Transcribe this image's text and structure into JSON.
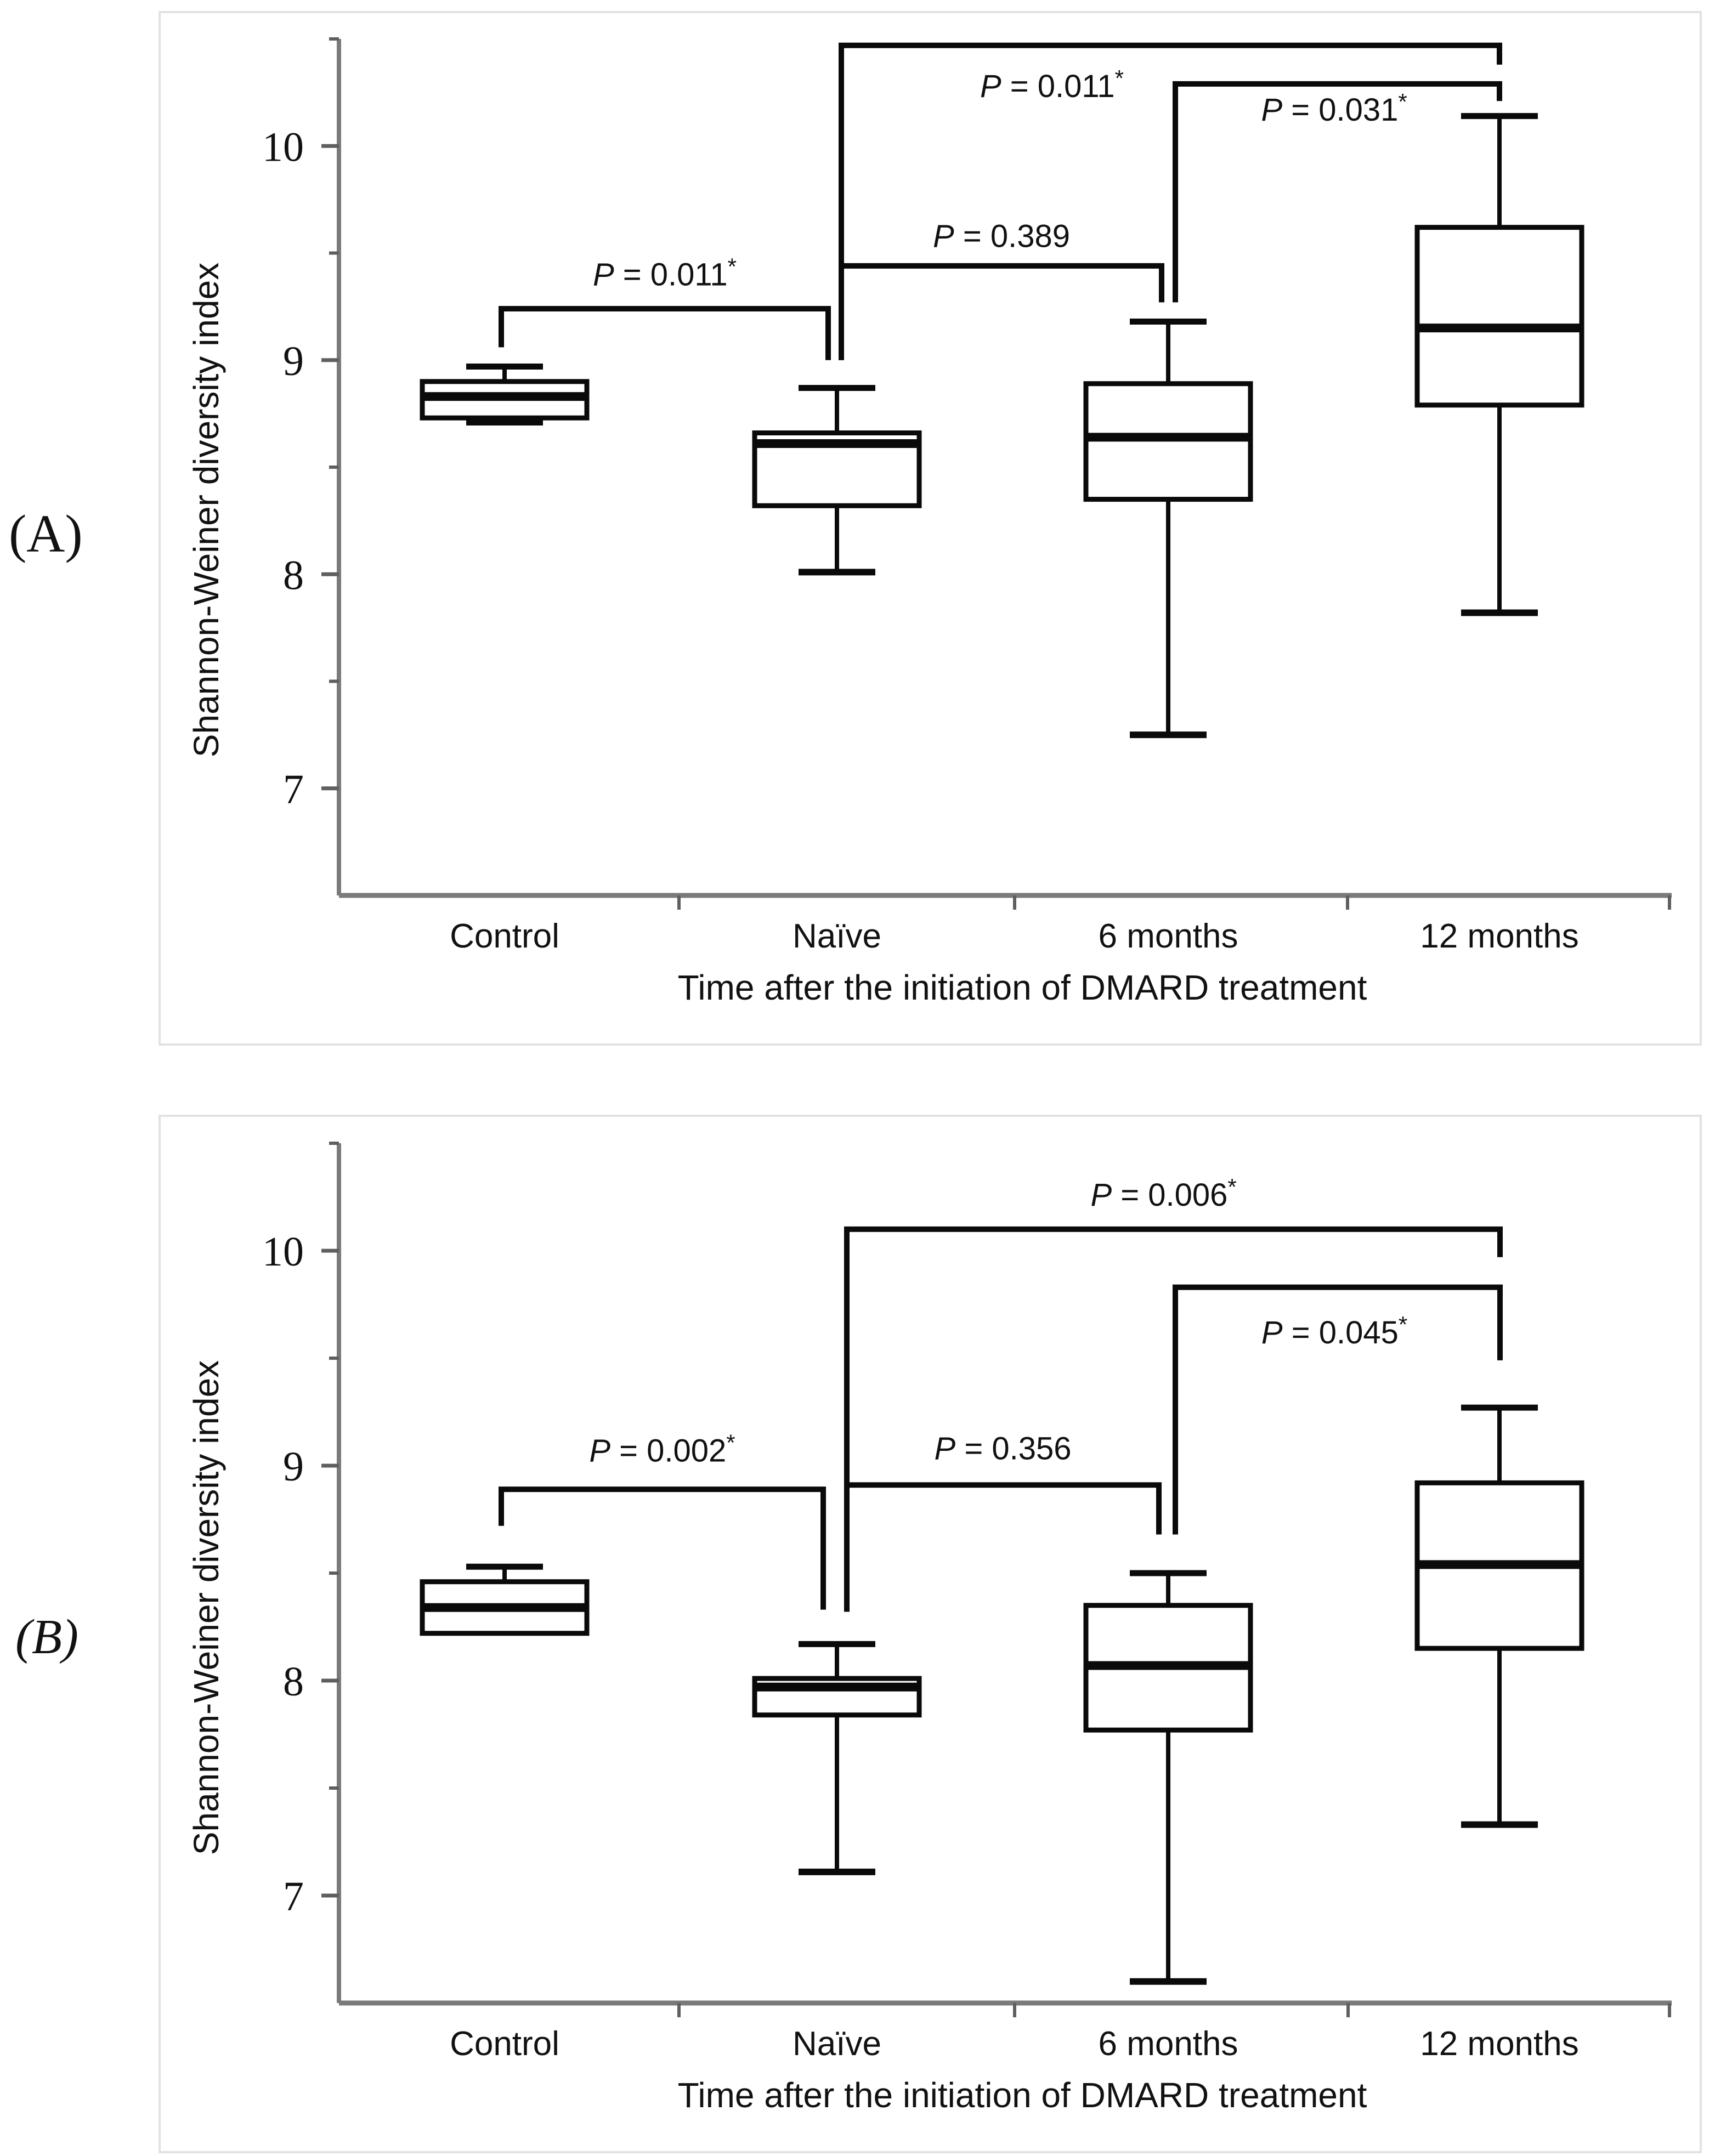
{
  "figure": {
    "panel_a_label": "(A)",
    "panel_b_label": "(B)"
  },
  "colors": {
    "background": "#ffffff",
    "panel_border": "#e2e2e2",
    "axis": "#7a7a7a",
    "tick": "#5f5f5f",
    "box_stroke": "#0a0a0a",
    "text": "#111111"
  },
  "chart_data": [
    {
      "type": "boxplot",
      "panel": "A",
      "ylabel": "Shannon-Weiner diversity index",
      "xlabel": "Time after the initiation of DMARD treatment",
      "ylim": [
        6.5,
        10.5
      ],
      "yticks": [
        7,
        8,
        9,
        10
      ],
      "minor_yticks": [
        7.5,
        8.5,
        9.5,
        10.5
      ],
      "categories": [
        "Control",
        "Naïve",
        "6 months",
        "12 months"
      ],
      "boxes": [
        {
          "category": "Control",
          "whisker_low": 8.71,
          "q1": 8.73,
          "median": 8.83,
          "q3": 8.9,
          "whisker_high": 8.97
        },
        {
          "category": "Naïve",
          "whisker_low": 8.01,
          "q1": 8.32,
          "median": 8.61,
          "q3": 8.66,
          "whisker_high": 8.87
        },
        {
          "category": "6 months",
          "whisker_low": 7.25,
          "q1": 8.35,
          "median": 8.64,
          "q3": 8.89,
          "whisker_high": 9.18
        },
        {
          "category": "12 months",
          "whisker_low": 7.82,
          "q1": 8.79,
          "median": 9.15,
          "q3": 9.62,
          "whisker_high": 10.14
        }
      ],
      "comparisons": [
        {
          "label": "P = 0.011",
          "significant": true,
          "group1": 0,
          "group2": 1,
          "bar_y": 9.24,
          "leg1_y": 9.06,
          "leg2_y": 9.0,
          "label_y": 9.4,
          "x1_off": -6,
          "x2_off": -16,
          "label_x_frac": 0.5
        },
        {
          "label": "P = 0.389",
          "significant": false,
          "group1": 1,
          "group2": 2,
          "bar_y": 9.44,
          "leg1_y": 9.0,
          "leg2_y": 9.27,
          "label_y": 9.58,
          "x1_off": 8,
          "x2_off": -12,
          "label_x_frac": 0.5
        },
        {
          "label": "P = 0.011",
          "significant": true,
          "group1": 1,
          "group2": 3,
          "bar_y": 10.47,
          "leg1_y": 9.0,
          "leg2_y": 10.38,
          "label_y": 10.28,
          "x1_off": 8,
          "x2_off": 0,
          "label_x_frac": 0.32
        },
        {
          "label": "P = 0.031",
          "significant": true,
          "group1": 2,
          "group2": 3,
          "bar_y": 10.29,
          "leg1_y": 9.27,
          "leg2_y": 10.21,
          "label_y": 10.17,
          "x1_off": 13,
          "x2_off": 0,
          "label_x_frac": 0.49
        }
      ]
    },
    {
      "type": "boxplot",
      "panel": "B",
      "ylabel": "Shannon-Weiner diversity index",
      "xlabel": "Time after the initiation of DMARD treatment",
      "ylim": [
        6.5,
        10.5
      ],
      "yticks": [
        7,
        8,
        9,
        10
      ],
      "minor_yticks": [
        7.5,
        8.5,
        9.5,
        10.5
      ],
      "categories": [
        "Control",
        "Naïve",
        "6 months",
        "12 months"
      ],
      "boxes": [
        {
          "category": "Control",
          "whisker_low": 8.22,
          "q1": 8.22,
          "median": 8.34,
          "q3": 8.46,
          "whisker_high": 8.53
        },
        {
          "category": "Naïve",
          "whisker_low": 7.11,
          "q1": 7.84,
          "median": 7.97,
          "q3": 8.01,
          "whisker_high": 8.17
        },
        {
          "category": "6 months",
          "whisker_low": 6.6,
          "q1": 7.77,
          "median": 8.07,
          "q3": 8.35,
          "whisker_high": 8.5
        },
        {
          "category": "12 months",
          "whisker_low": 7.33,
          "q1": 8.15,
          "median": 8.54,
          "q3": 8.92,
          "whisker_high": 9.27
        }
      ],
      "comparisons": [
        {
          "label": "P = 0.002",
          "significant": true,
          "group1": 0,
          "group2": 1,
          "bar_y": 8.89,
          "leg1_y": 8.72,
          "leg2_y": 8.33,
          "label_y": 9.07,
          "x1_off": -6,
          "x2_off": -25,
          "label_x_frac": 0.5
        },
        {
          "label": "P = 0.356",
          "significant": false,
          "group1": 1,
          "group2": 2,
          "bar_y": 8.91,
          "leg1_y": 8.32,
          "leg2_y": 8.68,
          "label_y": 9.08,
          "x1_off": 18,
          "x2_off": -17,
          "label_x_frac": 0.5
        },
        {
          "label": "P = 0.006",
          "significant": true,
          "group1": 1,
          "group2": 3,
          "bar_y": 10.1,
          "leg1_y": 8.32,
          "leg2_y": 9.97,
          "label_y": 10.26,
          "x1_off": 18,
          "x2_off": 1,
          "label_x_frac": 0.485
        },
        {
          "label": "P = 0.045",
          "significant": true,
          "group1": 2,
          "group2": 3,
          "bar_y": 9.83,
          "leg1_y": 8.68,
          "leg2_y": 9.49,
          "label_y": 9.62,
          "x1_off": 13,
          "x2_off": 1,
          "label_x_frac": 0.49
        }
      ]
    }
  ]
}
